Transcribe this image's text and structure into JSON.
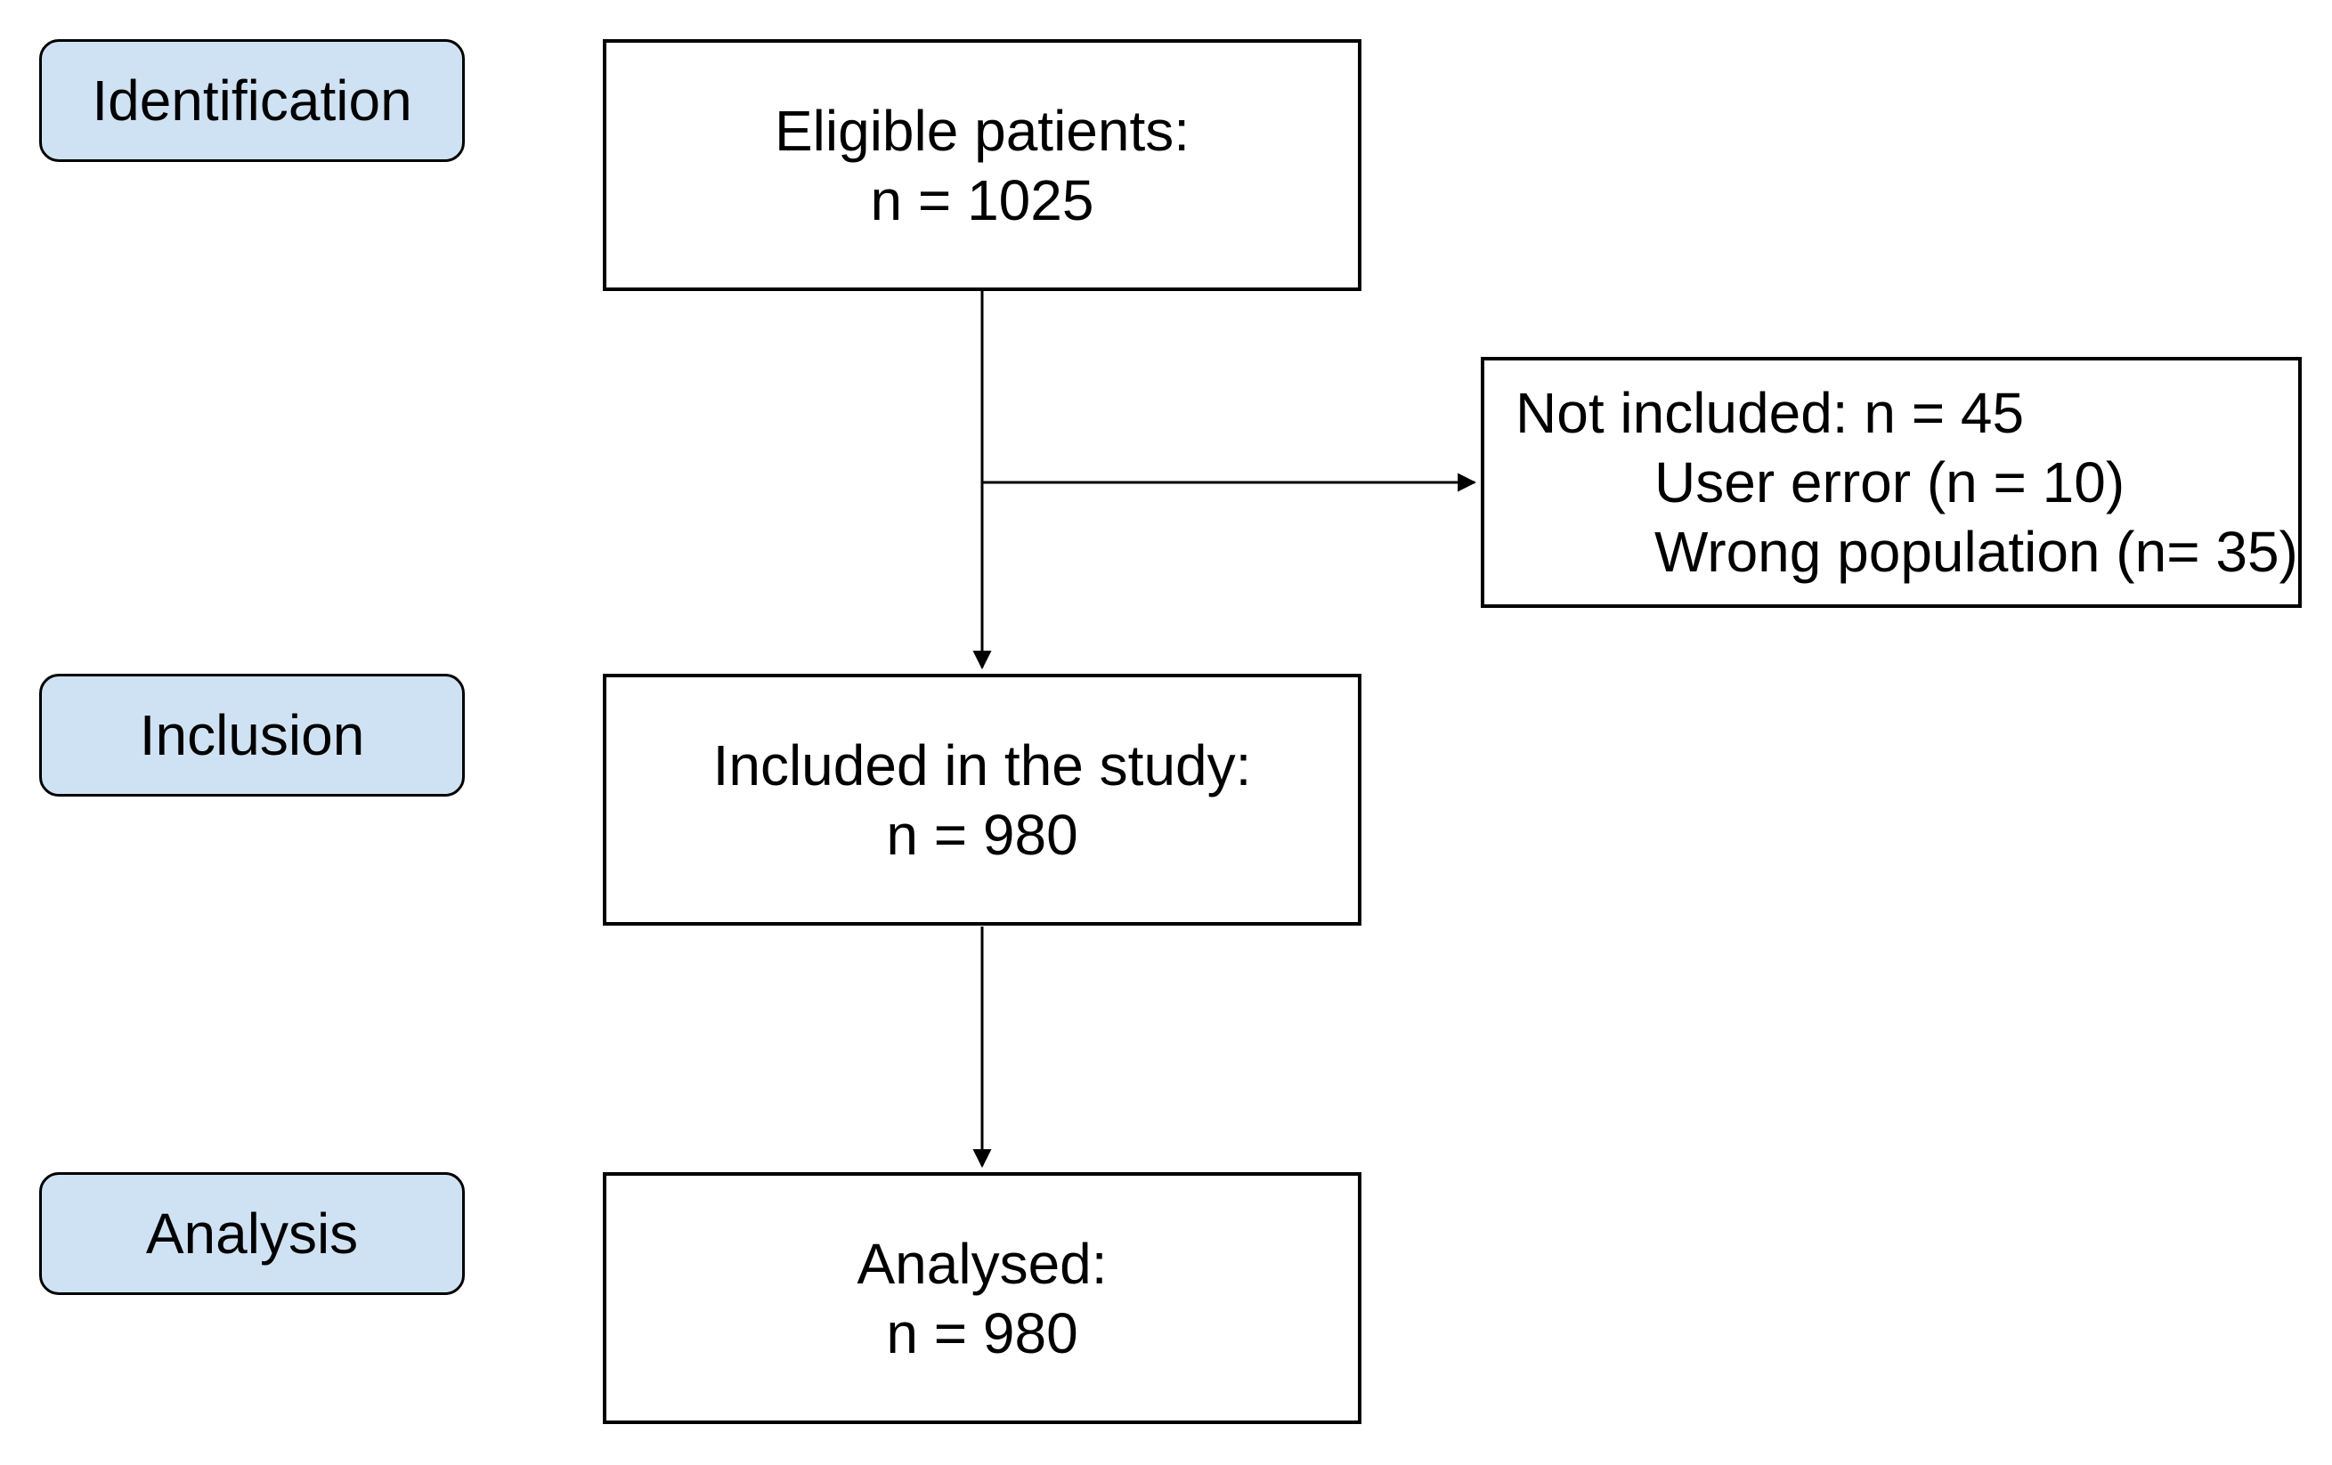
{
  "diagram": {
    "type": "flowchart",
    "stages": [
      {
        "label": "Identification"
      },
      {
        "label": "Inclusion"
      },
      {
        "label": "Analysis"
      }
    ],
    "nodes": {
      "eligible": {
        "lines": [
          "Eligible patients:",
          "n = 1025"
        ]
      },
      "included": {
        "lines": [
          "Included in the study:",
          "n = 980"
        ]
      },
      "analysed": {
        "lines": [
          "Analysed:",
          "n = 980"
        ]
      },
      "not_included": {
        "lines": [
          "Not included: n = 45",
          "User error (n = 10)",
          "Wrong population (n= 35)"
        ]
      }
    },
    "edges": [
      {
        "from": "eligible",
        "to": "included"
      },
      {
        "from": "eligible",
        "to": "not_included"
      },
      {
        "from": "included",
        "to": "analysed"
      }
    ],
    "colors": {
      "stage_fill": "#cfe2f3",
      "node_fill": "#ffffff",
      "border": "#000000",
      "arrow": "#000000"
    }
  }
}
